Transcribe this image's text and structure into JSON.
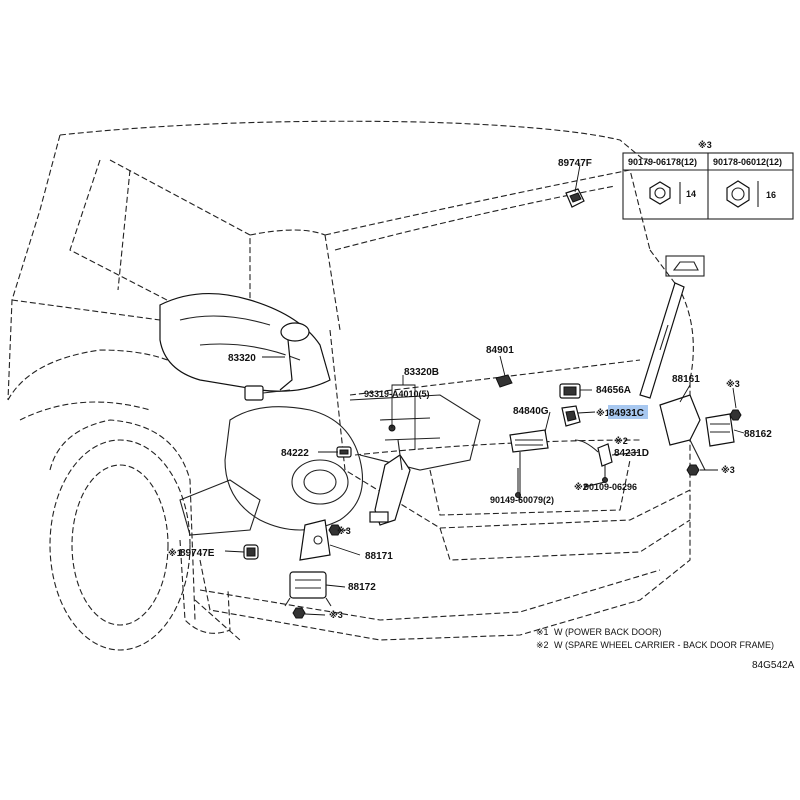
{
  "parts": {
    "p89747F": "89747F",
    "p83320": "83320",
    "p83320B": "83320B",
    "p93319": "93319-A4010(5)",
    "p84901": "84901",
    "p84656A": "84656A",
    "p84840G": "84840G",
    "p84931C": "84931C",
    "p84231D": "84231D",
    "p90109": "90109-06296",
    "p90149": "90149-60079(2)",
    "p84222": "84222",
    "p89747E": "89747E",
    "p88171": "88171",
    "p88172": "88172",
    "p88161": "88161",
    "p88162": "88162"
  },
  "marks": {
    "x1": "※1",
    "x2": "※2",
    "x3": "※3",
    "x1_84931C": "※1",
    "x2_84231D": "※2",
    "x3_88161": "※3",
    "x3_88162": "※3",
    "x3_88171": "※3",
    "x3_88172": "※3",
    "x1_89747E": "※1"
  },
  "nut_table": {
    "header_mark": "※3",
    "col1": "90179-06178(12)",
    "col2": "90178-06012(12)",
    "size1": "14",
    "size2": "16"
  },
  "notes": [
    {
      "mark": "※1",
      "text": "W (POWER BACK DOOR)"
    },
    {
      "mark": "※2",
      "text": "W (SPARE WHEEL CARRIER - BACK DOOR FRAME)"
    }
  ],
  "diagram_ref": "84G542A",
  "highlighted_part": "84931C",
  "highlight_color": "#a8c8f0"
}
